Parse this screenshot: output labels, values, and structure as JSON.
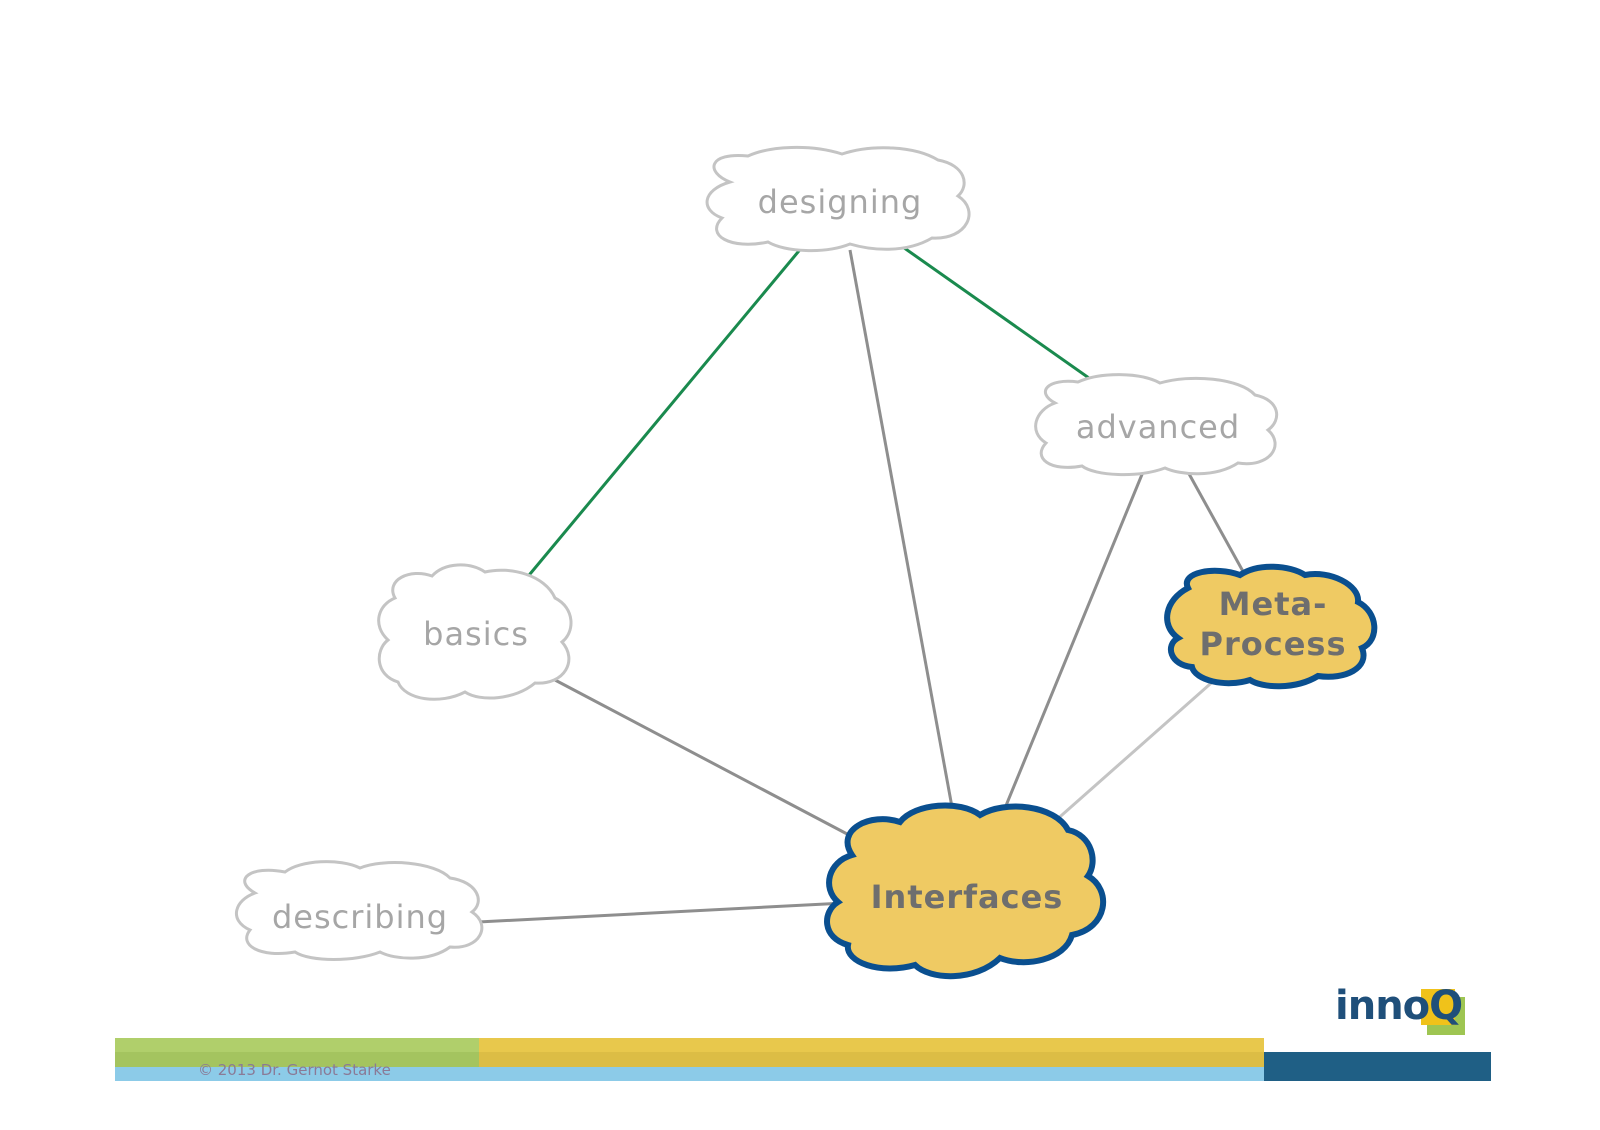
{
  "nodes": [
    {
      "id": "designing",
      "label": "designing",
      "highlight": false
    },
    {
      "id": "advanced",
      "label": "advanced",
      "highlight": false
    },
    {
      "id": "basics",
      "label": "basics",
      "highlight": false
    },
    {
      "id": "meta",
      "label_line1": "Meta-",
      "label_line2": "Process",
      "highlight": true
    },
    {
      "id": "interfaces",
      "label": "Interfaces",
      "highlight": true
    },
    {
      "id": "describing",
      "label": "describing",
      "highlight": false
    }
  ],
  "edges": [
    {
      "from": "designing",
      "to": "basics",
      "color": "#1a8a4e"
    },
    {
      "from": "designing",
      "to": "advanced",
      "color": "#1a8a4e"
    },
    {
      "from": "designing",
      "to": "interfaces",
      "color": "#8e8e8e"
    },
    {
      "from": "advanced",
      "to": "interfaces",
      "color": "#8e8e8e"
    },
    {
      "from": "advanced",
      "to": "meta",
      "color": "#8e8e8e"
    },
    {
      "from": "meta",
      "to": "interfaces",
      "color": "#c4c4c4"
    },
    {
      "from": "basics",
      "to": "interfaces",
      "color": "#8e8e8e"
    },
    {
      "from": "describing",
      "to": "interfaces",
      "color": "#8e8e8e"
    }
  ],
  "colors": {
    "highlight_fill": "#efca63",
    "highlight_stroke": "#0a4f8f",
    "node_stroke": "#c4c4c4",
    "footer_green": "#b0cf6b",
    "footer_yellow": "#e8c84c",
    "footer_blue_light": "#8ccbe8",
    "footer_blue_dark": "#1f5f85"
  },
  "footer": {
    "copyright": "© 2013 Dr. Gernot Starke",
    "logo_text": "inno",
    "logo_q": "Q"
  }
}
